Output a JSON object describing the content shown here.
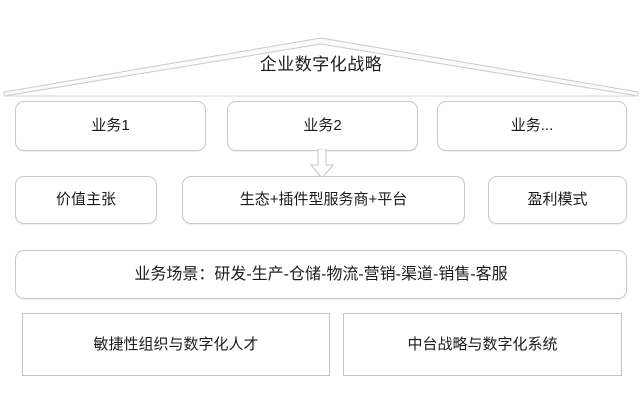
{
  "diagram": {
    "title": "企业数字化战略",
    "roof": {
      "shape_name": "pediment-triangle",
      "apex_label": "企业数字化战略"
    },
    "rows": {
      "business_row": {
        "boxes": [
          {
            "label": "业务1"
          },
          {
            "label": "业务2"
          },
          {
            "label": "业务..."
          }
        ]
      },
      "model_row": {
        "boxes": [
          {
            "label": "价值主张"
          },
          {
            "label": "生态+插件型服务商+平台"
          },
          {
            "label": "盈利模式"
          }
        ]
      },
      "scenario_row": {
        "boxes": [
          {
            "label": "业务场景：研发-生产-仓储-物流-营销-渠道-销售-客服"
          }
        ]
      },
      "foundation_row": {
        "boxes": [
          {
            "label": "敏捷性组织与数字化人才"
          },
          {
            "label": "中台战略与数字化系统"
          }
        ]
      }
    },
    "connectors": [
      {
        "name": "down-arrow",
        "from": "业务2",
        "to": "生态+插件型服务商+平台"
      }
    ],
    "colors": {
      "background": "#ffffff",
      "box_border": "#c9c9c9",
      "square_box_border": "#c4c4c4",
      "roof_stroke": "#c9c9c9",
      "text": "#1b1b1b",
      "arrow_stroke": "#c9c9c9"
    }
  }
}
